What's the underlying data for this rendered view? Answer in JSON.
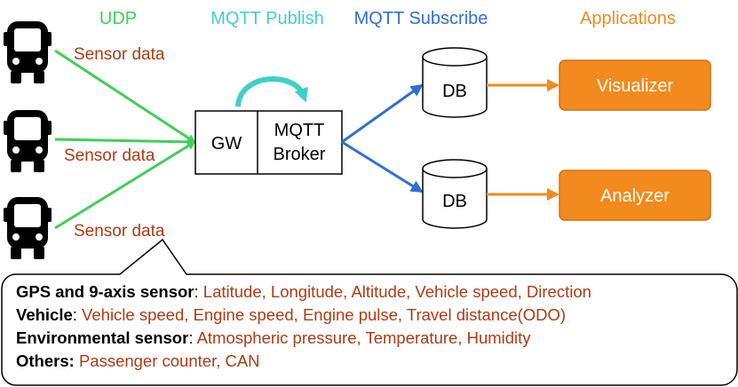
{
  "headers": {
    "udp": "UDP",
    "publish": "MQTT Publish",
    "subscribe": "MQTT Subscribe",
    "applications": "Applications"
  },
  "sensor_labels": [
    "Sensor data",
    "Sensor data",
    "Sensor data"
  ],
  "gateway": {
    "gw": "GW",
    "broker_line1": "MQTT",
    "broker_line2": "Broker"
  },
  "databases": [
    "DB",
    "DB"
  ],
  "apps": [
    "Visualizer",
    "Analyzer"
  ],
  "colors": {
    "udp": "#3fcf5a",
    "publish": "#3fd1c6",
    "subscribe": "#2f6fd6",
    "applications": "#f28a1e",
    "sensor_text": "#b03a12"
  },
  "details": [
    {
      "key": "GPS and 9-axis sensor",
      "sep": ": ",
      "value": "Latitude, Longitude, Altitude, Vehicle speed, Direction"
    },
    {
      "key": "Vehicle",
      "sep": ": ",
      "value": "Vehicle speed, Engine speed, Engine pulse, Travel distance(ODO)"
    },
    {
      "key": "Environmental sensor",
      "sep": ": ",
      "value": "Atmospheric pressure, Temperature, Humidity"
    },
    {
      "key": "Others:",
      "sep": " ",
      "value": "Passenger counter, CAN"
    }
  ]
}
